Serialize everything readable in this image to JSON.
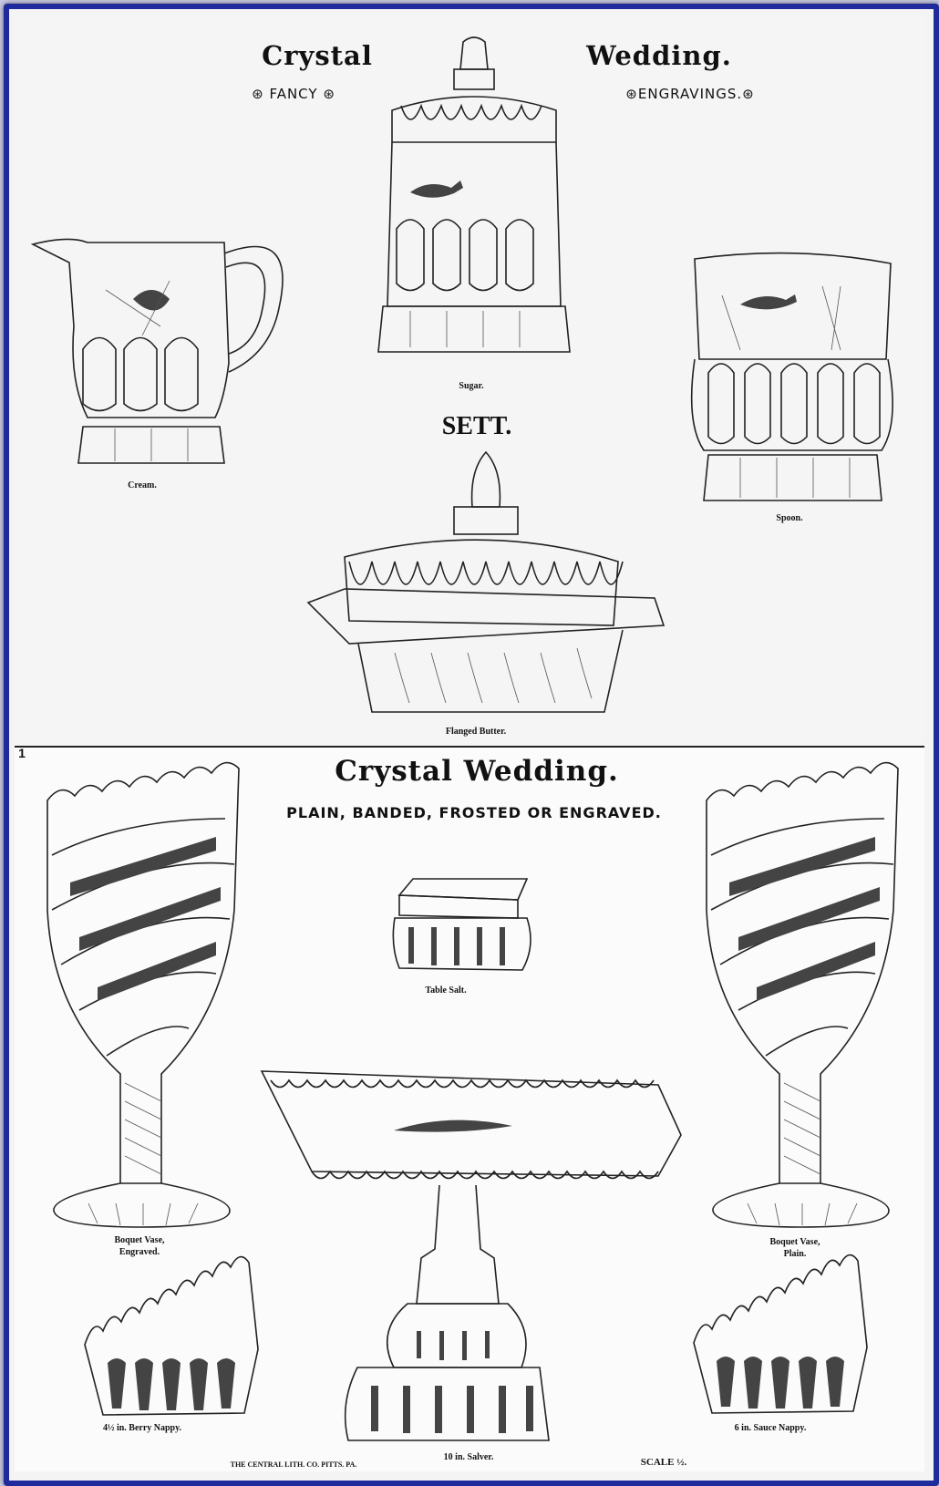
{
  "top_plate": {
    "title_left": "Crystal",
    "title_right": "Wedding.",
    "subtitle_left": "⊛ FANCY ⊛",
    "subtitle_right": "⊛ENGRAVINGS.⊛",
    "center_heading": "SETT.",
    "items": [
      {
        "name": "sugar",
        "caption": "Sugar."
      },
      {
        "name": "cream",
        "caption": "Cream."
      },
      {
        "name": "spoon",
        "caption": "Spoon."
      },
      {
        "name": "flanged-butter",
        "caption": "Flanged Butter."
      }
    ]
  },
  "bottom_plate": {
    "page_number": "1",
    "title": "Crystal Wedding.",
    "subtitle": "PLAIN, BANDED, FROSTED OR ENGRAVED.",
    "items": [
      {
        "name": "boquet-vase-engraved",
        "caption_line1": "Boquet Vase,",
        "caption_line2": "Engraved."
      },
      {
        "name": "boquet-vase-plain",
        "caption_line1": "Boquet Vase,",
        "caption_line2": "Plain."
      },
      {
        "name": "table-salt",
        "caption": "Table Salt."
      },
      {
        "name": "salver",
        "caption": "10 in. Salver."
      },
      {
        "name": "berry-nappy",
        "caption": "4½ in. Berry Nappy."
      },
      {
        "name": "sauce-nappy",
        "caption": "6 in. Sauce Nappy."
      }
    ],
    "printer": "THE CENTRAL LITH. CO. PITTS. PA.",
    "scale": "SCALE ½."
  }
}
